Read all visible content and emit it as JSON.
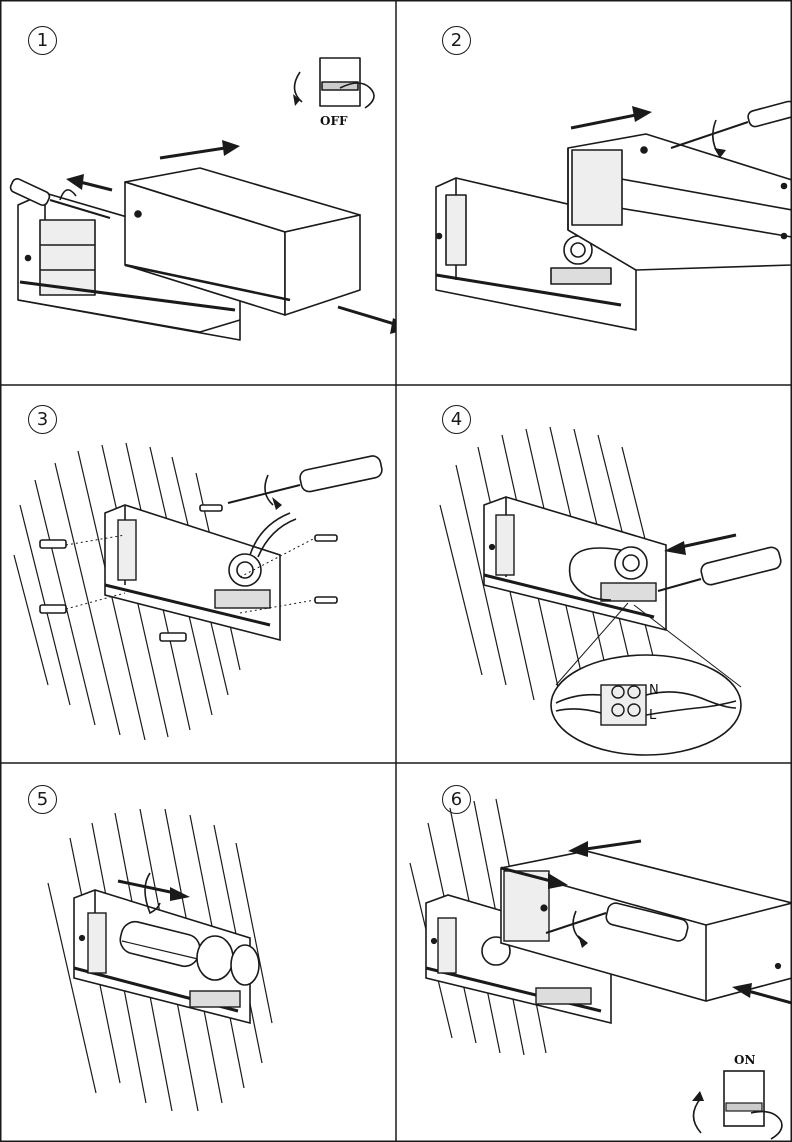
{
  "document": {
    "steps": [
      {
        "number": "1",
        "switch_label": "OFF"
      },
      {
        "number": "2"
      },
      {
        "number": "3"
      },
      {
        "number": "4",
        "terminal_labels": {
          "neutral": "N",
          "live": "L"
        }
      },
      {
        "number": "5"
      },
      {
        "number": "6",
        "switch_label": "ON"
      }
    ]
  },
  "colors": {
    "line": "#1a1a1a",
    "background": "#ffffff"
  }
}
